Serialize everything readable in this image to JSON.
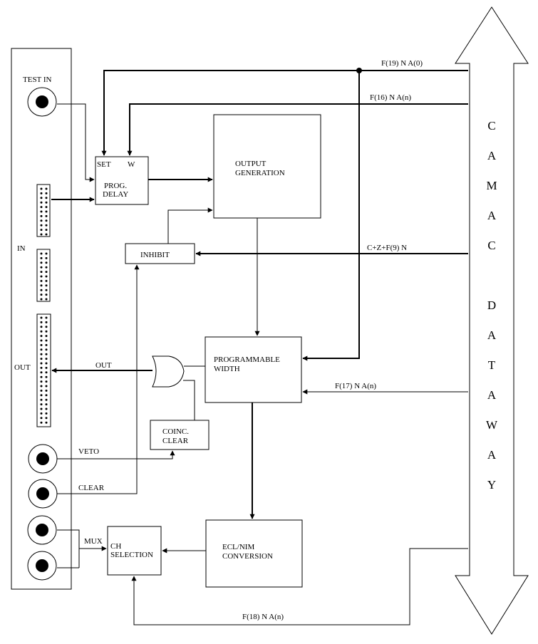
{
  "panel": {
    "test_in": "TEST IN",
    "in": "IN",
    "out": "OUT",
    "veto": "VETO",
    "clear": "CLEAR",
    "mux": "MUX"
  },
  "blocks": {
    "prog_delay": [
      "PROG.",
      "DELAY"
    ],
    "set": "SET",
    "w": "W",
    "output_generation": [
      "OUTPUT",
      "GENERATION"
    ],
    "inhibit": "INHIBIT",
    "programmable_width": [
      "PROGRAMMABLE",
      "WIDTH"
    ],
    "coinc_clear": [
      "COINC.",
      "CLEAR"
    ],
    "ecl_nim": [
      "ECL/NIM",
      "CONVERSION"
    ],
    "ch_selection": [
      "CH",
      "SELECTION"
    ],
    "out_signal": "OUT"
  },
  "signals": {
    "f19": "F(19) N A(0)",
    "f16": "F(16) N A(n)",
    "czf9": "C+Z+F(9) N",
    "f17": "F(17) N A(n)",
    "f18": "F(18) N A(n)"
  },
  "dataway": [
    "C",
    "A",
    "M",
    "A",
    "C",
    "",
    "D",
    "A",
    "T",
    "A",
    "W",
    "A",
    "Y"
  ]
}
